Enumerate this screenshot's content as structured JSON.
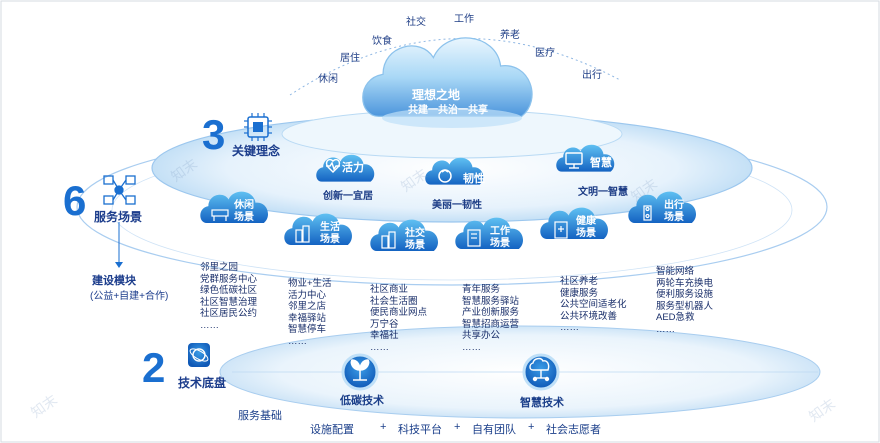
{
  "orbit_words": [
    "休闲",
    "居住",
    "饮食",
    "社交",
    "工作",
    "养老",
    "医疗",
    "出行"
  ],
  "top_cloud": {
    "title": "理想之地",
    "subtitle": "共建一共治一共享"
  },
  "concepts": {
    "number": "3",
    "label": "关键理念",
    "items": [
      {
        "name": "活力",
        "sub": "创新一宜居"
      },
      {
        "name": "韧性",
        "sub": "美丽一韧性"
      },
      {
        "name": "智慧",
        "sub": "文明一智慧"
      }
    ]
  },
  "scenes": {
    "number": "6",
    "label": "服务场景",
    "build_mode": "建设模块",
    "build_mode_note": "(公益+自建+合作)",
    "items": [
      {
        "line1": "休闲",
        "line2": "场景",
        "list": [
          "邻里之园",
          "党群服务中心",
          "绿色低碳社区",
          "社区智慧治理",
          "社区居民公约",
          "……"
        ]
      },
      {
        "line1": "生活",
        "line2": "场景",
        "list": [
          "物业+生活",
          "活力中心",
          "邻里之店",
          "幸福驿站",
          "智慧停车",
          "……"
        ]
      },
      {
        "line1": "社交",
        "line2": "场景",
        "list": [
          "社区商业",
          "社会生活圈",
          "便民商业网点",
          "万宁谷",
          "幸福社",
          "……"
        ]
      },
      {
        "line1": "工作",
        "line2": "场景",
        "list": [
          "青年服务",
          "智慧服务驿站",
          "产业创新服务",
          "智慧招商运营",
          "共享办公",
          "……"
        ]
      },
      {
        "line1": "健康",
        "line2": "场景",
        "list": [
          "社区养老",
          "健康服务",
          "公共空间适老化",
          "公共环境改善",
          "……"
        ]
      },
      {
        "line1": "出行",
        "line2": "场景",
        "list": [
          "智能网络",
          "两轮车充换电",
          "便利服务设施",
          "服务型机器人",
          "AED急救",
          "……"
        ]
      }
    ]
  },
  "tech": {
    "number": "2",
    "label": "技术底盘",
    "items": [
      "低碳技术",
      "智慧技术"
    ]
  },
  "base": {
    "label": "服务基础",
    "items": [
      "设施配置",
      "科技平台",
      "自有团队",
      "社会志愿者"
    ],
    "separator": "+"
  },
  "watermark": "知末",
  "colors": {
    "primary": "#1a6fd0",
    "cloud_dark": "#1366c4",
    "cloud_light": "#4fb2ee",
    "text": "#1b3f8a"
  },
  "icons": [
    "chip-icon",
    "network-icon",
    "robot-icon",
    "sprout-icon",
    "cloud-network-icon",
    "heart-pulse-icon",
    "recycle-icon",
    "monitor-icon",
    "bench-icon",
    "city-icon",
    "building-icon",
    "hospital-icon",
    "traffic-icon"
  ]
}
